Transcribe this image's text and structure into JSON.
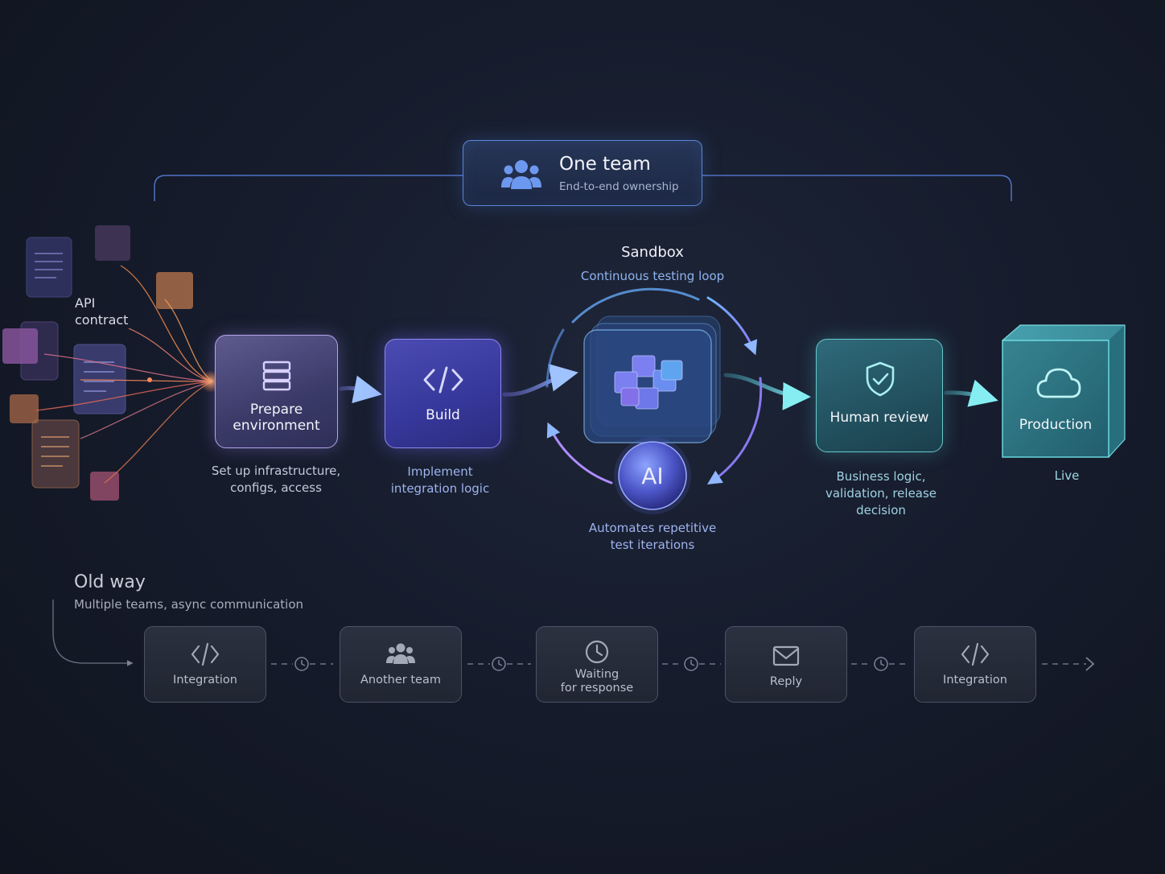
{
  "team": {
    "title": "One team",
    "subtitle": "End-to-end ownership",
    "icon": "people-icon"
  },
  "input": {
    "label_line1": "API",
    "label_line2": "contract"
  },
  "prepare": {
    "label_line1": "Prepare",
    "label_line2": "environment",
    "icon": "server-stack-icon",
    "desc_line1": "Set up infrastructure,",
    "desc_line2": "configs, access"
  },
  "build": {
    "label": "Build",
    "icon": "code-icon",
    "desc_line1": "Implement",
    "desc_line2": "integration logic"
  },
  "sandbox": {
    "title": "Sandbox",
    "subtitle": "Continuous testing loop",
    "icon": "cubes-icon",
    "ai_label": "AI",
    "ai_desc_line1": "Automates repetitive",
    "ai_desc_line2": "test iterations"
  },
  "review": {
    "label": "Human review",
    "icon": "shield-check-icon",
    "desc_line1": "Business logic,",
    "desc_line2": "validation, release",
    "desc_line3": "decision"
  },
  "production": {
    "label": "Production",
    "icon": "cloud-icon",
    "desc": "Live"
  },
  "old_way": {
    "title": "Old way",
    "subtitle": "Multiple teams, async communication",
    "steps": [
      {
        "line1": "Integration",
        "line2": "",
        "icon": "code-icon"
      },
      {
        "line1": "Another team",
        "line2": "",
        "icon": "people-icon"
      },
      {
        "line1": "Waiting",
        "line2": "for response",
        "icon": "clock-icon"
      },
      {
        "line1": "Reply",
        "line2": "",
        "icon": "mail-icon"
      },
      {
        "line1": "Integration",
        "line2": "",
        "icon": "code-icon"
      }
    ]
  },
  "colors": {
    "accent_blue": "#5b86d6",
    "build_violet": "#4b4bb2",
    "review_teal": "#2f6a7a",
    "production_cyan": "#5fd6da",
    "input_orange": "#ff9a55"
  }
}
